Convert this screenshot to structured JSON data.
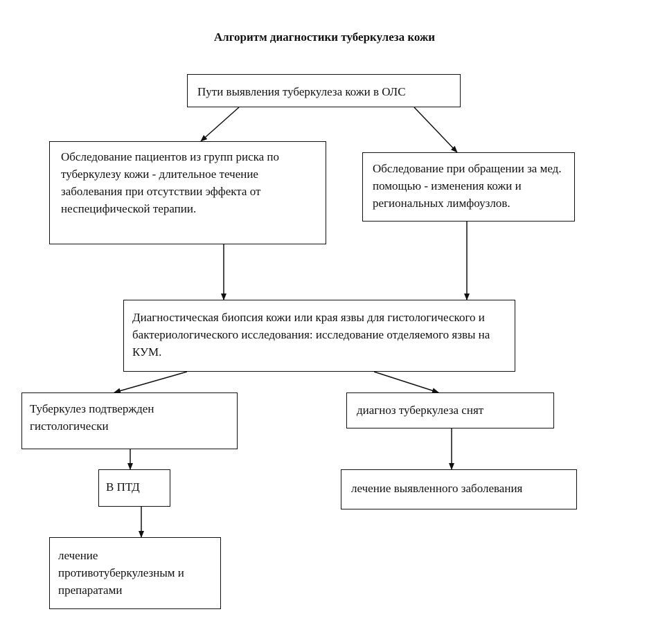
{
  "title": "Алгоритм диагностики туберкулеза кожи",
  "nodes": {
    "paths": "Пути выявления туберкулеза кожи в ОЛС",
    "risk_groups": "Обследование пациентов из групп риска по туберкулезу кожи - длительное течение заболевания при отсутствии эффекта от неспецифической терапии.",
    "medical_visit": "Обследование при обращении за мед. помощью - изменения кожи и региональных лимфоузлов.",
    "biopsy": "Диагностическая биопсия кожи или края язвы для гистологического и бактериологического исследования: исследование отделяемого язвы на КУМ.",
    "confirmed": "Туберкулез подтвержден гистологически",
    "ruled_out": "диагноз туберкулеза снят",
    "ptd": "В ПТД",
    "treat_other": "лечение выявленного заболевания",
    "treat_tb": "лечение противотуберкулезным и препаратами"
  }
}
